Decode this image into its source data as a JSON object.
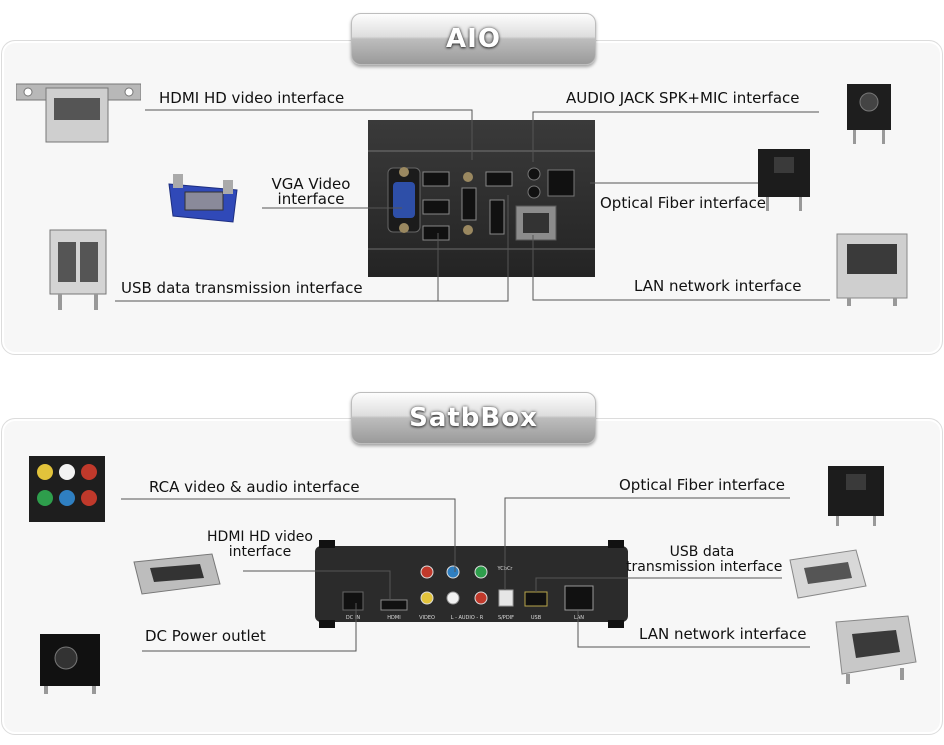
{
  "sections": {
    "aio": {
      "title": "AIO",
      "labels": {
        "hdmi": "HDMI HD video interface",
        "vga_line1": "VGA Video",
        "vga_line2": "interface",
        "usb": "USB data transmission interface",
        "audio": "AUDIO JACK SPK+MIC interface",
        "optical": "Optical Fiber interface",
        "lan": "LAN network interface"
      }
    },
    "satbbox": {
      "title": "SatbBox",
      "labels": {
        "rca": "RCA video & audio interface",
        "hdmi_line1": "HDMI HD video",
        "hdmi_line2": "interface",
        "dc": "DC Power outlet",
        "optical": "Optical Fiber interface",
        "usb_line1": "USB data",
        "usb_line2": "transmission interface",
        "lan": "LAN network interface"
      },
      "port_labels": {
        "dc": "DC IN",
        "hdmi": "HDMI",
        "video": "VIDEO",
        "audio": "L - AUDIO - R",
        "spdif": "S/PDIF",
        "usb": "USB",
        "lan": "LAN",
        "ypbpr": "YCbCr"
      }
    }
  },
  "colors": {
    "panel_bg": "#f7f7f7",
    "pill_text": "#ffffff",
    "leader_line": "#555555",
    "device_body": "#2b2b2b"
  }
}
